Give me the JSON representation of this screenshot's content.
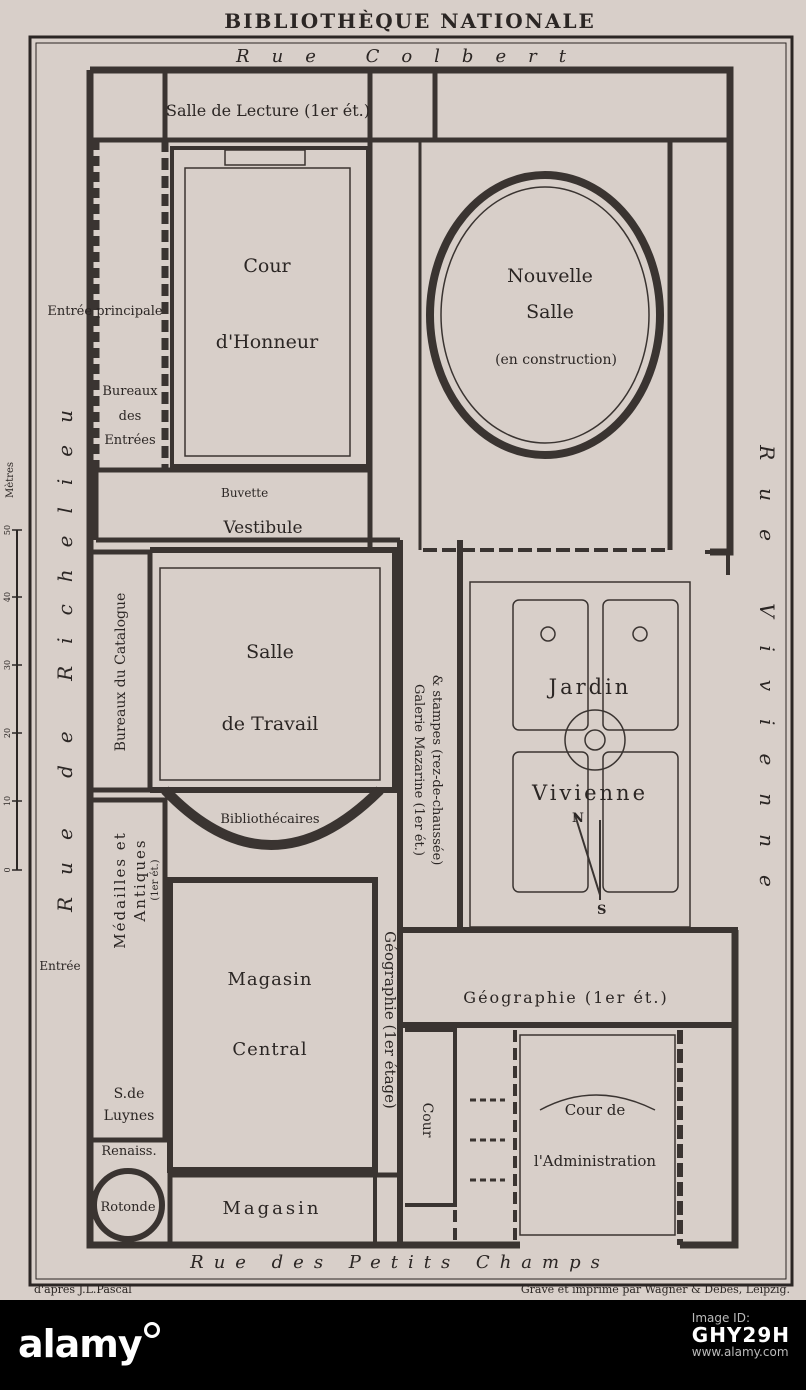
{
  "title": "BIBLIOTHÈQUE NATIONALE",
  "streets": {
    "top": "Rue Colbert",
    "left": "Rue de Richelieu",
    "right": "Rue Vivienne",
    "bottom": "Rue des Petits Champs"
  },
  "rooms": {
    "salle_lecture": "Salle de Lecture (1er ét.)",
    "cour_honneur_1": "Cour",
    "cour_honneur_2": "d'Honneur",
    "entree_principale": "Entrée principale",
    "bureaux_entrees_1": "Bureaux",
    "bureaux_entrees_2": "des",
    "bureaux_entrees_3": "Entrées",
    "nouvelle_salle_1": "Nouvelle",
    "nouvelle_salle_2": "Salle",
    "nouvelle_salle_3": "(en construction)",
    "buvette": "Buvette",
    "vestibule": "Vestibule",
    "bureaux_catalogue": "Bureaux du Catalogue",
    "salle_travail_1": "Salle",
    "salle_travail_2": "de Travail",
    "bibliothecaires": "Bibliothécaires",
    "galerie_mazarine_1": "Galerie Mazarine (1er ét.)",
    "galerie_mazarine_2": "& stampes (rez-de-chaussée)",
    "jardin_1": "Jardin",
    "jardin_2": "Vivienne",
    "medailles_1": "Médailles et",
    "medailles_2": "Antiques",
    "medailles_3": "(1er ét.)",
    "entree": "Entrée",
    "magasin_central_1": "Magasin",
    "magasin_central_2": "Central",
    "geographie_vertical": "Géographie (1er étage)",
    "geographie_horizontal": "Géographie (1er ét.)",
    "s_de_luynes_1": "S.de",
    "s_de_luynes_2": "Luynes",
    "renaiss": "Renaiss.",
    "rotonde": "Rotonde",
    "magasin": "Magasin",
    "cour": "Cour",
    "cour_admin_1": "Cour de",
    "cour_admin_2": "l'Administration"
  },
  "compass": {
    "north": "N",
    "south": "S"
  },
  "scale": {
    "unit": "Mètres",
    "ticks": [
      "0",
      "10",
      "20",
      "30",
      "40",
      "50"
    ]
  },
  "credits": {
    "left": "d'après J.L.Pascal",
    "right": "Gravé et imprimé par Wagner & Debes, Leipzig."
  },
  "stock_footer": {
    "logo": "alamy",
    "image_id_label": "Image ID:",
    "image_id": "GHY29H",
    "url": "www.alamy.com"
  },
  "colors": {
    "paper": "#d8cfc9",
    "ink": "#2b2624",
    "wall": "#3a3431"
  }
}
